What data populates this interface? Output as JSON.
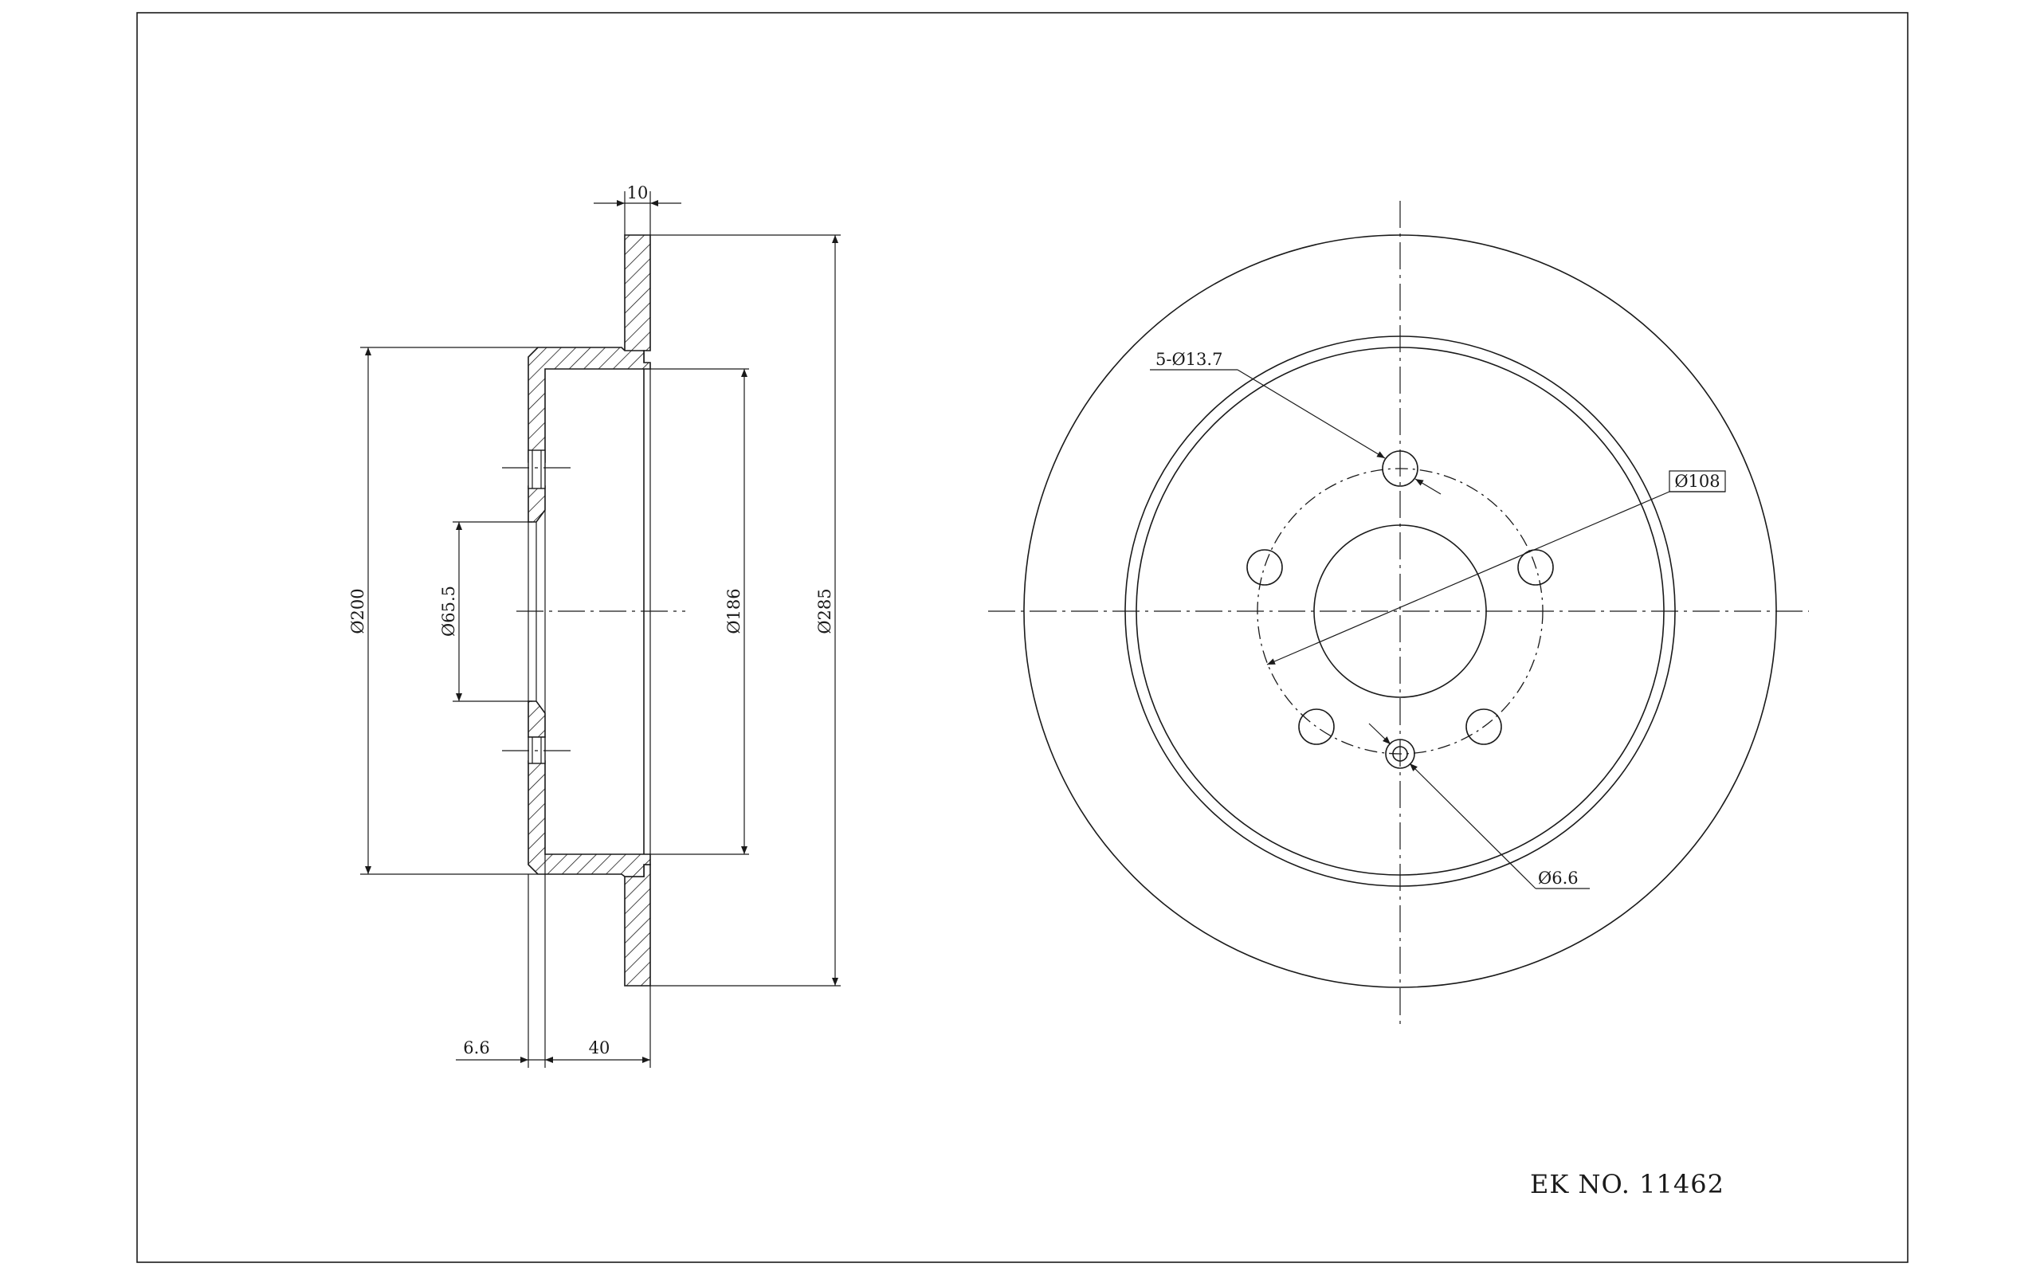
{
  "drawing": {
    "title_block": {
      "part_number_label": "EK NO. 11462"
    },
    "side_view": {
      "dims": {
        "friction_ring_thickness": "10",
        "hat_diameter": "Ø200",
        "center_bore": "Ø65.5",
        "inner_diameter": "Ø186",
        "outer_diameter": "Ø285",
        "hat_thickness": "6.6",
        "overall_height": "40"
      }
    },
    "front_view": {
      "dims": {
        "bolt_holes": "5-Ø13.7",
        "bolt_circle": "Ø108",
        "locating_hole": "Ø6.6"
      }
    }
  }
}
